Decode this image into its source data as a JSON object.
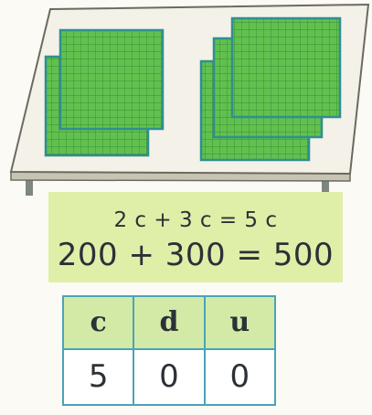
{
  "equation": {
    "small": "2 c + 3 c = 5 c",
    "large": "200 + 300 = 500"
  },
  "place_value_table": {
    "headers": [
      "c",
      "d",
      "u"
    ],
    "values": [
      "5",
      "0",
      "0"
    ]
  },
  "blocks": {
    "left_group_count": 2,
    "right_group_count": 3
  },
  "colors": {
    "block_fill": "#61c14f",
    "block_grid": "#3b8a33",
    "block_border": "#2f8f8f",
    "panel_fill": "#dfefa8",
    "header_fill": "#d3eaa7",
    "table_border": "#4aa3b8"
  }
}
